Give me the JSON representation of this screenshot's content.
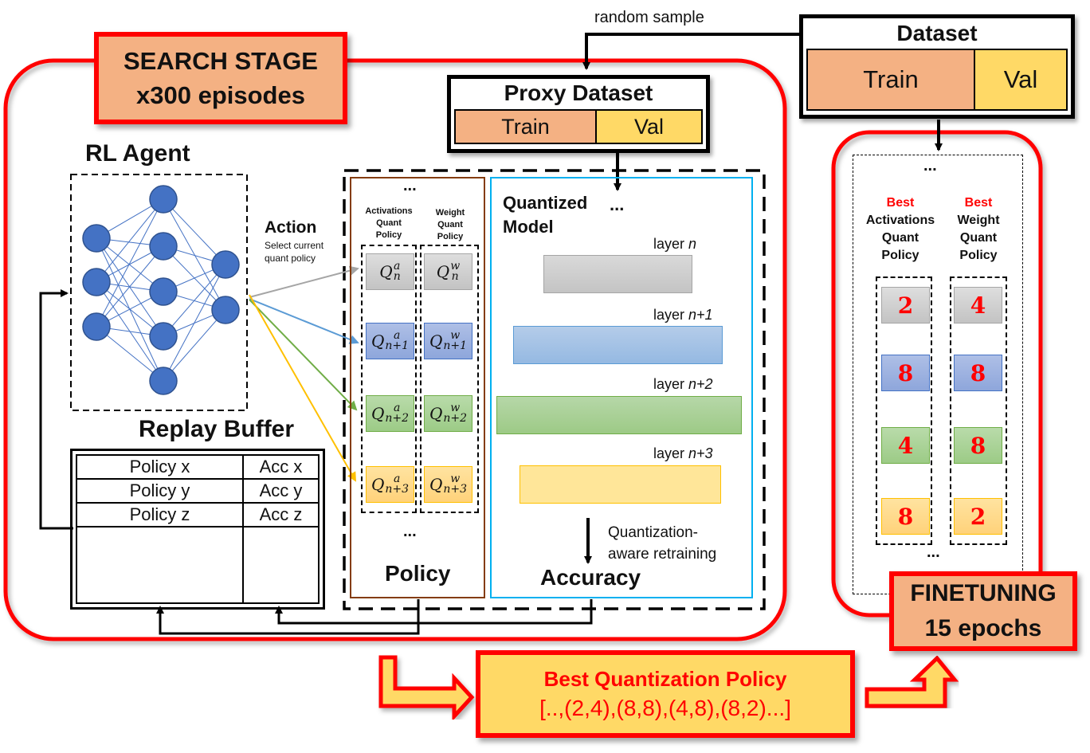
{
  "search_stage": {
    "title": "SEARCH STAGE",
    "subtitle": "x300 episodes"
  },
  "rl_agent": {
    "title": "RL Agent",
    "network_layers": [
      3,
      5,
      2
    ]
  },
  "action": {
    "title": "Action",
    "description_line1": "Select current",
    "description_line2": "quant policy"
  },
  "replay_buffer": {
    "title": "Replay Buffer",
    "rows": [
      {
        "policy": "Policy x",
        "acc": "Acc x"
      },
      {
        "policy": "Policy y",
        "acc": "Acc y"
      },
      {
        "policy": "Policy z",
        "acc": "Acc z"
      }
    ]
  },
  "random_sample_label": "random sample",
  "dataset": {
    "title": "Dataset",
    "train": "Train",
    "val": "Val"
  },
  "proxy_dataset": {
    "title": "Proxy Dataset",
    "train": "Train",
    "val": "Val"
  },
  "policy_panel": {
    "ellipsis_top": "...",
    "ellipsis_bottom": "...",
    "activations_header": [
      "Activations",
      "Quant",
      "Policy"
    ],
    "weight_header": [
      "Weight",
      "Quant",
      "Policy"
    ],
    "title": "Policy",
    "rows": [
      {
        "base": "Q",
        "act_sup": "a",
        "w_sup": "w",
        "sub": "n",
        "color": "gray"
      },
      {
        "base": "Q",
        "act_sup": "a",
        "w_sup": "w",
        "sub": "n+1",
        "color": "blue"
      },
      {
        "base": "Q",
        "act_sup": "a",
        "w_sup": "w",
        "sub": "n+2",
        "color": "green"
      },
      {
        "base": "Q",
        "act_sup": "a",
        "w_sup": "w",
        "sub": "n+3",
        "color": "yellow"
      }
    ]
  },
  "quantized_model": {
    "title_line1": "Quantized",
    "title_line2": "Model",
    "ellipsis": "...",
    "layers": [
      {
        "label_prefix": "layer ",
        "label_var": "n"
      },
      {
        "label_prefix": "layer ",
        "label_var": "n+1"
      },
      {
        "label_prefix": "layer ",
        "label_var": "n+2"
      },
      {
        "label_prefix": "layer ",
        "label_var": "n+3"
      }
    ],
    "retraining_line1": "Quantization-",
    "retraining_line2": "aware retraining",
    "accuracy": "Accuracy"
  },
  "finetuning": {
    "title": "FINETUNING",
    "subtitle": "15 epochs",
    "ellipsis_top": "...",
    "ellipsis_bottom": "...",
    "best_label": "Best",
    "activations_header": [
      "Activations",
      "Quant",
      "Policy"
    ],
    "weight_header": [
      "Weight",
      "Quant",
      "Policy"
    ],
    "best_activation_bits": [
      "2",
      "8",
      "4",
      "8"
    ],
    "best_weight_bits": [
      "4",
      "8",
      "8",
      "2"
    ]
  },
  "best_policy": {
    "title": "Best Quantization Policy",
    "value": "[..,(2,4),(8,8),(4,8),(8,2)...]"
  },
  "colors": {
    "stage_border": "#ff0000",
    "stage_fill": "#f4b183",
    "train": "#f4b183",
    "val": "#ffd966",
    "node": "#4472c4",
    "arrow_gray": "#a5a5a5",
    "arrow_blue": "#5b9bd5",
    "arrow_green": "#70ad47",
    "arrow_yellow": "#ffc000",
    "policy_border": "#843c0c",
    "model_border": "#00b0f0",
    "best_red": "#ff0000"
  }
}
